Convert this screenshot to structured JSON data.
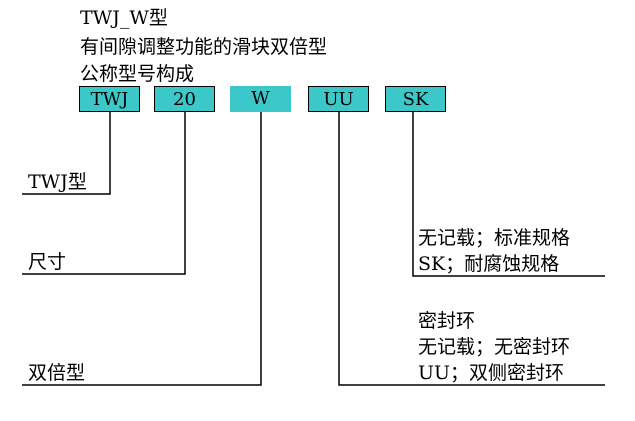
{
  "title": {
    "line1": "TWJ_W型",
    "line2": "有间隙调整功能的滑块双倍型",
    "line3": "公称型号构成"
  },
  "codes": [
    {
      "id": "series",
      "text": "TWJ"
    },
    {
      "id": "size",
      "text": "20"
    },
    {
      "id": "type",
      "text": "W"
    },
    {
      "id": "seal",
      "text": "UU"
    },
    {
      "id": "treatment",
      "text": "SK"
    }
  ],
  "labels": {
    "series": "TWJ型",
    "size": "尺寸",
    "type": "双倍型",
    "treatment_1": "无记载；标准规格",
    "treatment_2": "SK；耐腐蚀规格",
    "seal_heading": "密封环",
    "seal_1": "无记载；无密封环",
    "seal_2": "UU；双侧密封环"
  },
  "colors": {
    "box_fill": "#3cc8c8",
    "line": "#000000"
  }
}
